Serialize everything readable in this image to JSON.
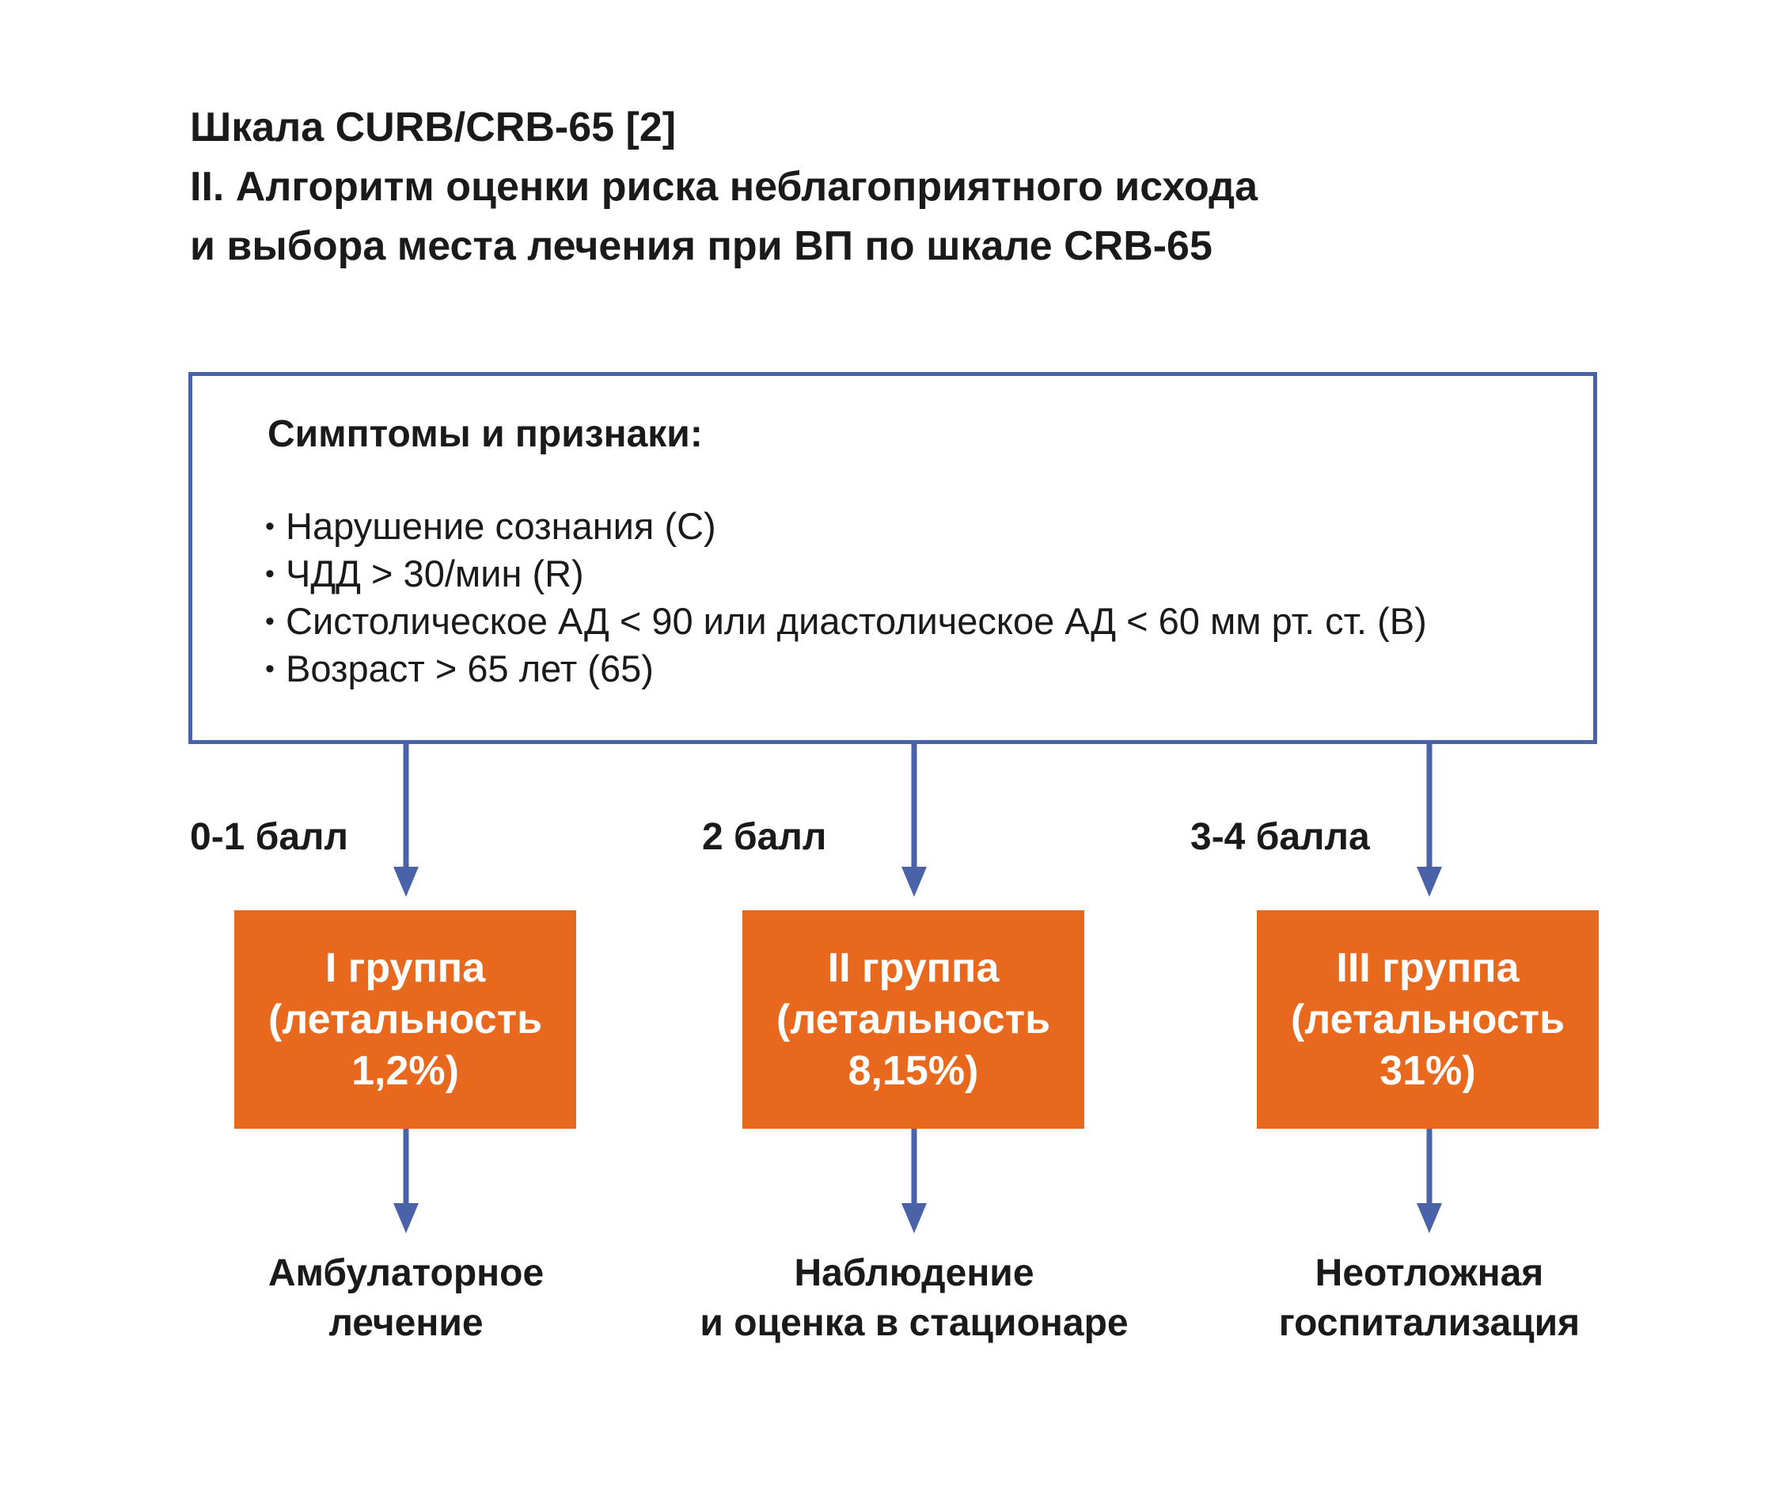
{
  "title": {
    "line1": "Шкала CURB/CRB-65 [2]",
    "line2": "II. Алгоритм оценки риска неблагоприятного исхода",
    "line3": "и выбора места лечения при ВП по шкале CRB-65"
  },
  "symptoms": {
    "heading": "Симптомы и признаки:",
    "bullet": "•",
    "items": [
      "Нарушение сознания (С)",
      "ЧДД > 30/мин (R)",
      "Систолическое АД < 90 или диастолическое АД < 60 мм рт. ст. (B)",
      "Возраст > 65 лет (65)"
    ]
  },
  "branches": [
    {
      "score": "0-1 балл",
      "group": {
        "name": "I группа",
        "label": "(летальность",
        "value": "1,2%)"
      },
      "outcome": {
        "line1": "Амбулаторное",
        "line2": "лечение"
      }
    },
    {
      "score": "2 балл",
      "group": {
        "name": "II группа",
        "label": "(летальность",
        "value": "8,15%)"
      },
      "outcome": {
        "line1": "Наблюдение",
        "line2": "и оценка в стационаре"
      }
    },
    {
      "score": "3-4 балла",
      "group": {
        "name": "III группа",
        "label": "(летальность",
        "value": "31%)"
      },
      "outcome": {
        "line1": "Неотложная",
        "line2": "госпитализация"
      }
    }
  ],
  "colors": {
    "box_border": "#4a63a8",
    "arrow": "#4a63a8",
    "group_fill": "#e8691e",
    "group_text": "#ffffff",
    "text": "#1a1a1a"
  }
}
